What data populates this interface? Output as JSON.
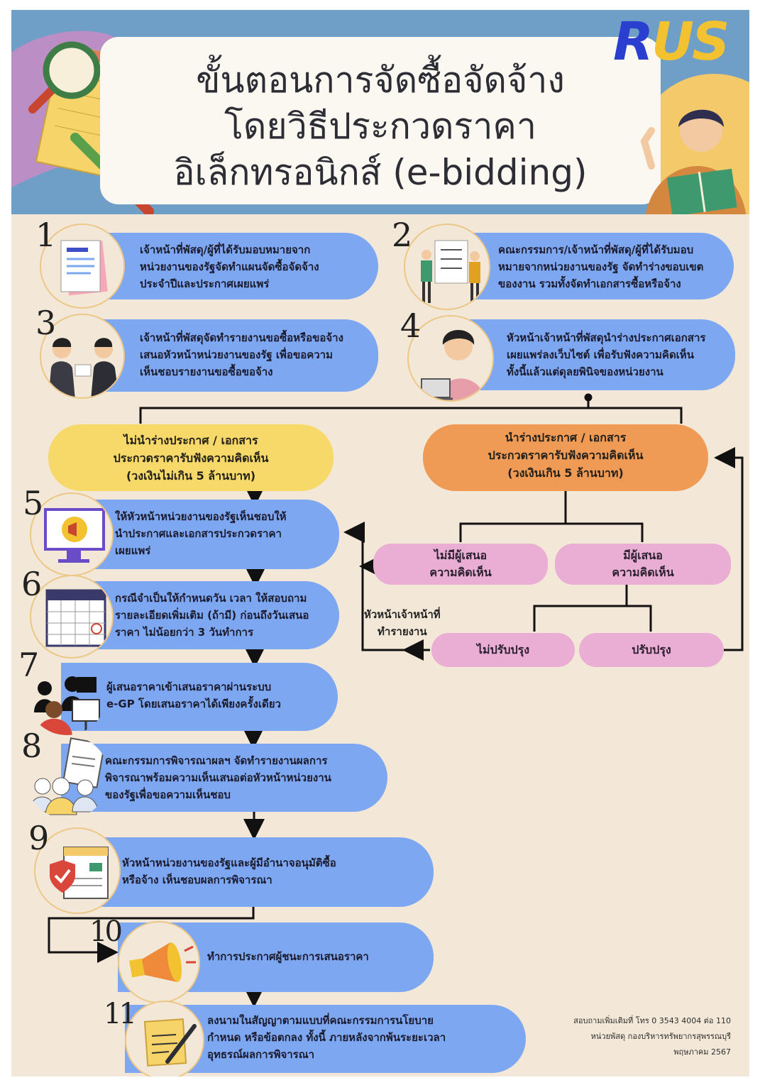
{
  "title": {
    "line1": "ขั้นตอนการจัดซื้อจัดจ้าง",
    "line2": "โดยวิธีประกวดราคา",
    "line3": "อิเล็กทรอนิกส์ (e-bidding)"
  },
  "logo": {
    "part1": "R",
    "part2": "US"
  },
  "steps": [
    {
      "num": "1",
      "lines": [
        "เจ้าหน้าที่พัสดุ/ผู้ที่ได้รับมอบหมายจาก",
        "หน่วยงานของรัฐจัดทำแผนจัดซื้อจัดจ้าง",
        "ประจำปีและประกาศเผยแพร่"
      ]
    },
    {
      "num": "2",
      "lines": [
        "คณะกรรมการ/เจ้าหน้าที่พัสดุ/ผู้ที่ได้รับมอบ",
        "หมายจากหน่วยงานของรัฐ จัดทำร่างขอบเขต",
        "ของงาน รวมทั้งจัดทำเอกสารซื้อหรือจ้าง"
      ]
    },
    {
      "num": "3",
      "lines": [
        "เจ้าหน้าที่พัสดุจัดทำรายงานขอซื้อหรือขอจ้าง",
        "เสนอหัวหน้าหน่วยงานของรัฐ เพื่อขอความ",
        "เห็นชอบรายงานขอซื้อขอจ้าง"
      ]
    },
    {
      "num": "4",
      "lines": [
        "หัวหน้าเจ้าหน้าที่พัสดุนำร่างประกาศเอกสาร",
        "เผยแพร่ลงเว็บไซต์ เพื่อรับฟังความคิดเห็น",
        "ทั้งนี้แล้วแต่ดุลยพินิจของหน่วยงาน"
      ]
    },
    {
      "num": "5",
      "lines": [
        "ให้หัวหน้าหน่วยงานของรัฐเห็นชอบให้",
        "นำประกาศและเอกสารประกวดราคา",
        "เผยแพร่"
      ]
    },
    {
      "num": "6",
      "lines": [
        "กรณีจำเป็นให้กำหนดวัน เวลา ให้สอบถาม",
        "รายละเอียดเพิ่มเติม (ถ้ามี) ก่อนถึงวันเสนอ",
        "ราคา ไม่น้อยกว่า 3 วันทำการ"
      ]
    },
    {
      "num": "7",
      "lines": [
        "ผู้เสนอราคาเข้าเสนอราคาผ่านระบบ",
        "e-GP โดยเสนอราคาได้เพียงครั้งเดียว"
      ]
    },
    {
      "num": "8",
      "lines": [
        "คณะกรรมการพิจารณาผลฯ จัดทำรายงานผลการ",
        "พิจารณาพร้อมความเห็นเสนอต่อหัวหน้าหน่วยงาน",
        "ของรัฐเพื่อขอความเห็นชอบ"
      ]
    },
    {
      "num": "9",
      "lines": [
        "หัวหน้าหน่วยงานของรัฐและผู้มีอำนาจอนุมัติซื้อ",
        "หรือจ้าง เห็นชอบผลการพิจารณา"
      ]
    },
    {
      "num": "10",
      "lines": [
        "ทำการประกาศผู้ชนะการเสนอราคา"
      ]
    },
    {
      "num": "11",
      "lines": [
        "ลงนามในสัญญาตามแบบที่คณะกรรมการนโยบาย",
        "กำหนด หรือข้อตกลง ทั้งนี้ ภายหลังจากพ้นระยะเวลา",
        "อุทธรณ์ผลการพิจารณา"
      ]
    }
  ],
  "branch_no": {
    "lines": [
      "ไม่นำร่างประกาศ / เอกสาร",
      "ประกวดราคารับฟังความคิดเห็น",
      "(วงเงินไม่เกิน 5 ล้านบาท)"
    ]
  },
  "branch_yes": {
    "lines": [
      "นำร่างประกาศ / เอกสาร",
      "ประกวดราคารับฟังความคิดเห็น",
      "(วงเงินเกิน 5 ล้านบาท)"
    ]
  },
  "no_comment": {
    "lines": [
      "ไม่มีผู้เสนอ",
      "ความคิดเห็น"
    ]
  },
  "has_comment": {
    "lines": [
      "มีผู้เสนอ",
      "ความคิดเห็น"
    ]
  },
  "no_revise": "ไม่ปรับปรุง",
  "revise": "ปรับปรุง",
  "report_label": {
    "lines": [
      "หัวหน้าเจ้าหน้าที่",
      "ทำรายงาน"
    ]
  },
  "footer": {
    "line1": "สอบถามเพิ่มเติมที่ โทร 0 3543 4004 ต่อ 110",
    "line2": "หน่วยพัสดุ กองบริหารทรัพยากรสุพรรณบุรี",
    "line3": "พฤษภาคม 2567"
  },
  "colors": {
    "header": "#6f9ec7",
    "background": "#f3e8d7",
    "step_pill": "#7ea7f2",
    "yellow_banner": "#f7d96a",
    "orange_banner": "#ef9a55",
    "pink_pill": "#eaadd3"
  },
  "icons": [
    "magnifier-icon",
    "notepad-icon",
    "pencil-icon",
    "reader-icon",
    "document-icon",
    "team-board-icon",
    "handshake-icon",
    "laptop-person-icon",
    "megaphone-screen-icon",
    "calendar-icon",
    "bidders-icon",
    "report-icon",
    "approved-shield-icon",
    "megaphone-icon",
    "contract-sign-icon"
  ]
}
